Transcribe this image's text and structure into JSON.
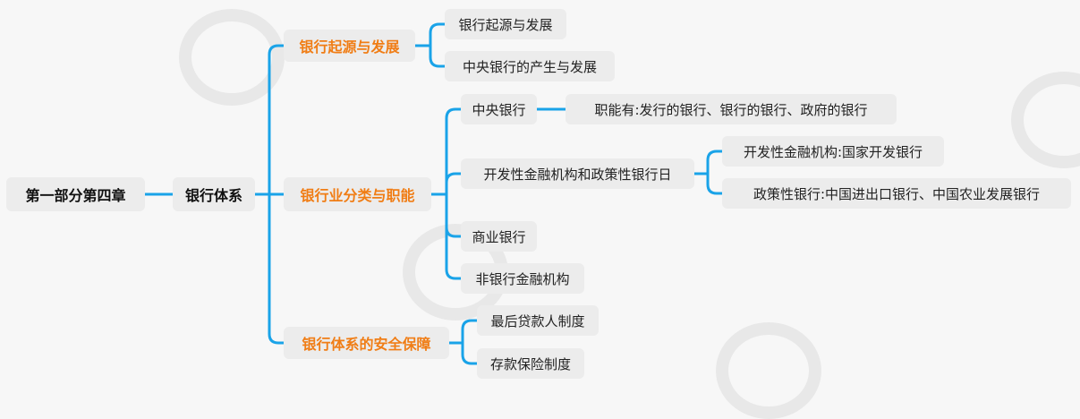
{
  "diagram": {
    "root": "第一部分第四章",
    "level1": "银行体系",
    "branch_a": {
      "title": "银行起源与发展",
      "items": [
        "银行起源与发展",
        "中央银行的产生与发展"
      ]
    },
    "branch_b": {
      "title": "银行业分类与职能",
      "central": "中央银行",
      "central_desc": "职能有:发行的银行、银行的银行、政府的银行",
      "dev": "开发性金融机构和政策性银行日",
      "dev_items": [
        "开发性金融机构:国家开发银行",
        "政策性银行:中国进出口银行、中国农业发展银行"
      ],
      "commercial": "商业银行",
      "nonbank": "非银行金融机构"
    },
    "branch_c": {
      "title": "银行体系的安全保障",
      "items": [
        "最后贷款人制度",
        "存款保险制度"
      ]
    },
    "line_color": "#1aa3e8"
  }
}
